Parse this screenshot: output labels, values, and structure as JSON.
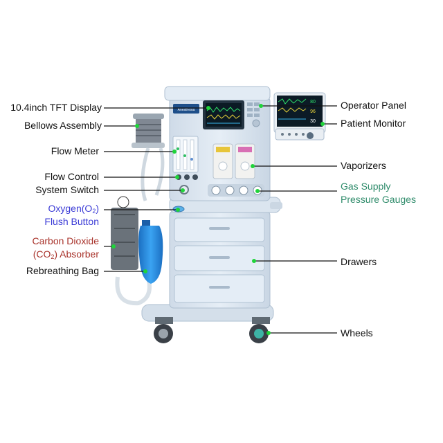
{
  "labels": {
    "tft_display": "10.4inch TFT Display",
    "bellows": "Bellows Assembly",
    "flow_meter": "Flow Meter",
    "flow_control": "Flow Control",
    "system_switch": "System Switch",
    "o2_flush_1": "Oxygen(O",
    "o2_flush_sub": "2",
    "o2_flush_2": ")",
    "o2_flush_3": "Flush Button",
    "co2_1": "Carbon Dioxide",
    "co2_2a": "(CO",
    "co2_sub": "2",
    "co2_2b": ") Absorber",
    "rebreathing_bag": "Rebreathing Bag",
    "operator_panel": "Operator Panel",
    "patient_monitor": "Patient Monitor",
    "vaporizers": "Vaporizers",
    "gas_supply_1": "Gas Supply",
    "gas_supply_2": "Pressure Gauges",
    "drawers": "Drawers",
    "wheels": "Wheels"
  },
  "screen_brand": "Anesthesia",
  "monitor_values": [
    "80",
    "96",
    "30"
  ],
  "colors": {
    "leader_line": "#111111",
    "marker": "#1fd43a",
    "machine_body": "#dde7f1",
    "machine_edge": "#b9c9d8",
    "display_bg": "#0b1a24",
    "o2_flush_text": "#3b3bd6",
    "co2_text": "#a8322a",
    "gas_text": "#2e8b6a",
    "bag": "#2d8fe0"
  }
}
